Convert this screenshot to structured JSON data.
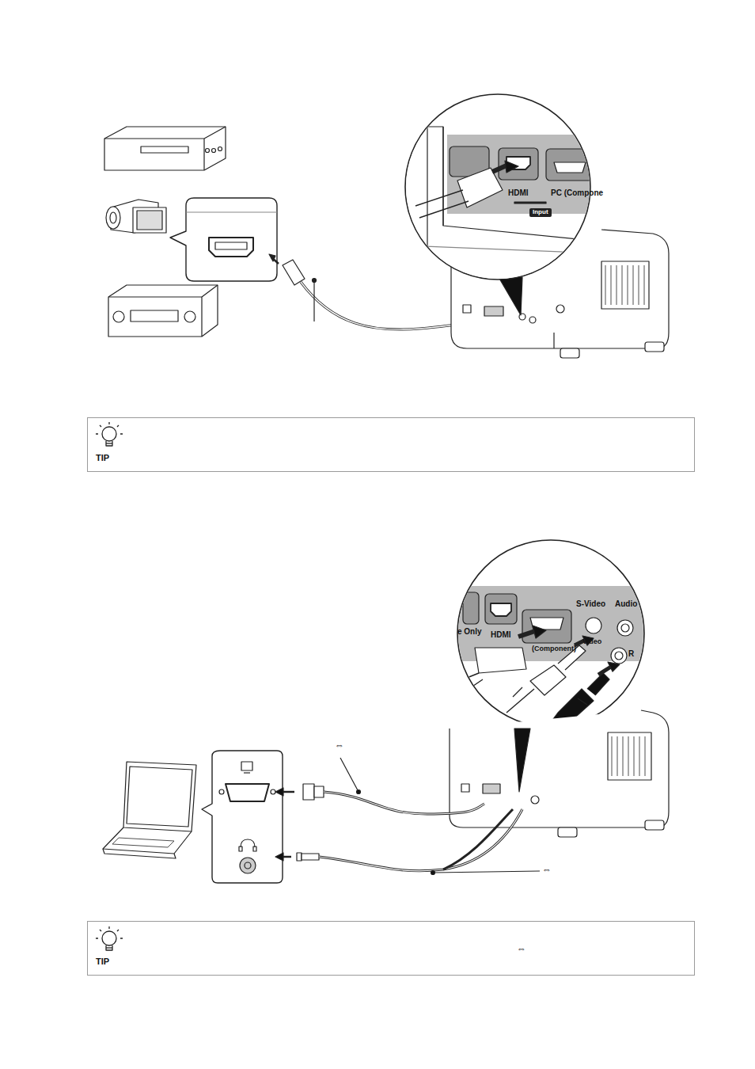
{
  "diagram": {
    "nodes": [
      {
        "text": [
          "TIP"
        ]
      },
      {
        "text": [
          "TIP",
          "⇔"
        ]
      }
    ],
    "labels": [
      "HDMI",
      "PC (Compone",
      "Input",
      "S-Video",
      "Audio",
      "e Only",
      "HDMI",
      "(Component)",
      "Video",
      "R",
      "⇔",
      "⇔"
    ]
  }
}
